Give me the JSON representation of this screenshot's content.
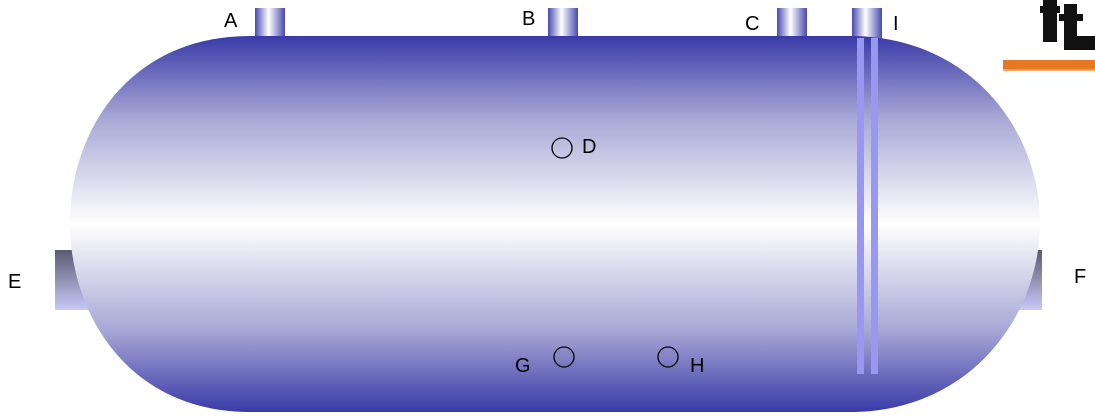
{
  "diagram": {
    "labels": {
      "a": "A",
      "b": "B",
      "c": "C",
      "d": "D",
      "e": "E",
      "f": "F",
      "g": "G",
      "h": "H",
      "i": "I"
    },
    "colors": {
      "vessel_edge": "#3a3aa8",
      "vessel_center": "#ffffff",
      "nozzle_dark": "#4848b0",
      "nozzle_light": "#ffffff",
      "side_nozzle_dark": "#5a5a70",
      "side_nozzle_light": "#c8c8f8",
      "gauge_tube": "#9898f0",
      "logo_bar": "#e87722",
      "logo_text": "#111111"
    }
  }
}
